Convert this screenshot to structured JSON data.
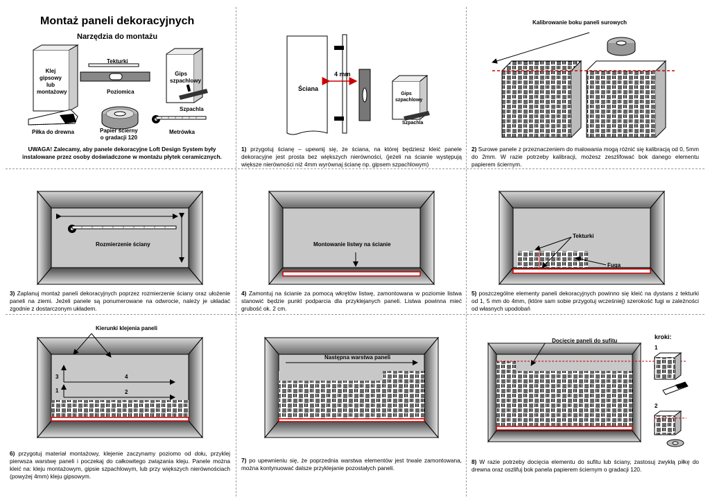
{
  "header": {
    "title": "Montaż paneli dekoracyjnych",
    "subtitle": "Narzędzia do montażu"
  },
  "tools": {
    "tekturki": "Tekturki",
    "klej": [
      "Klej",
      "gipsowy",
      "lub",
      "montażowy"
    ],
    "poziomica": "Poziomica",
    "gips": [
      "Gips",
      "szpachlowy"
    ],
    "szpachla": "Szpachla",
    "pilka": "Piłka do drewna",
    "papier": [
      "Papier ścierny",
      "o gradacji 120"
    ],
    "metrowka": "Metrówka"
  },
  "warning": "UWAGA! Zalecamy, aby panele dekoracyjne Loft Design System były instalowane przez osoby doświadczone w montażu płytek ceramicznych.",
  "step1": {
    "labels": {
      "sciana": "Ściana",
      "mm": "4 mm",
      "gips": [
        "Gips",
        "szpachlowy"
      ],
      "szpachla": "Szpachla"
    },
    "num": "1)",
    "text": "przygotuj ścianę – upewnij się, że ściana, na której będziesz kleić panele dekoracyjne jest prosta bez większych nierówności, (jeżeli na ścianie występują większe nierówności niż 4mm wyrównaj ścianę np. gipsem szpachlowym)"
  },
  "step2": {
    "label": "Kalibrowanie boku paneli surowych",
    "num": "2)",
    "text": "Surowe panele z przeznaczeniem do malowania mogą różnić się kalibracją od 0, 5mm do 2mm. W razie potrzeby kalibracji, możesz zeszlifować bok danego elementu papierem ściernym."
  },
  "step3": {
    "label": "Rozmierzenie ściany",
    "num": "3)",
    "text": "Zaplanuj montaż paneli dekoracyjnych poprzez rozmierzenie ściany oraz ułożenie paneli na ziemi. Jeżeli  panele są ponumerowane na odwrocie, należy je układać zgodnie z dostarczonym układem."
  },
  "step4": {
    "label": "Montowanie listwy na ścianie",
    "num": "4)",
    "text": "Zamontuj na ścianie za pomocą wkrętów listwę, zamontowana w poziomie listwa stanowić będzie punkt podparcia dla przyklejanych paneli. Listwa powinna mieć grubość ok. 2 cm."
  },
  "step5": {
    "labels": {
      "tekturki": "Tekturki",
      "fuga": "Fuga"
    },
    "num": "5)",
    "text": "poszczególne elementy paneli dekoracyjnych powinno się kleić na dystans z tekturki od 1, 5 mm do 4mm, (które sam sobie przygotuj wcześniej) szerokość fugi w zależności od własnych upodobań"
  },
  "step6": {
    "label": "Kierunki klejenia paneli",
    "nums": [
      "1",
      "2",
      "3",
      "4"
    ],
    "num": "6)",
    "text": "przygotuj materiał montażowy, klejenie zaczynamy poziomo od dołu, przyklej pierwsza warstwę paneli i poczekaj do całkowitego związania kleju. Panele można kleić na: kleju montażowym, gipsie szpachlowym, lub przy większych nierównościach (powyżej 4mm) kleju gipsowym."
  },
  "step7": {
    "label": "Następna warstwa paneli",
    "num": "7)",
    "text": "po upewnieniu się, że poprzednia warstwa elementów jest trwale zamontowana, można kontynuować dalsze przyklejanie pozostałych paneli."
  },
  "step8": {
    "label": "Docięcie paneli do sufitu",
    "kroki": "kroki:",
    "k1": "1",
    "k2": "2",
    "num": "8)",
    "text": "W razie potrzeby docięcia elementu do sufitu lub ściany, zastosuj zwykłą piłkę do drewna oraz oszlifuj bok panela papierem ściernym o gradacji 120."
  },
  "colors": {
    "red": "#cc0000",
    "wall": "#c8c8c8",
    "frame": "#555555"
  }
}
